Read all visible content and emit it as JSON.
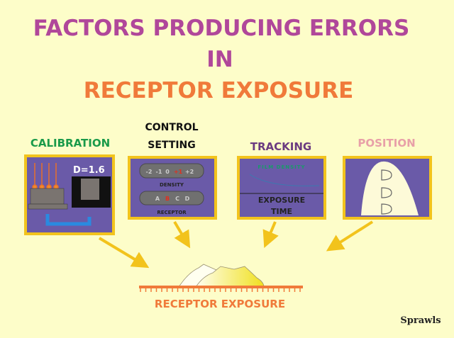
{
  "title": {
    "line1": "FACTORS  PRODUCING ERRORS",
    "line2": "IN",
    "line3": "RECEPTOR  EXPOSURE"
  },
  "factors": {
    "calibration": {
      "label": "CALIBRATION",
      "readout": "D=1.6"
    },
    "control_setting": {
      "label_line1": "CONTROL",
      "label_line2": "SETTING",
      "density_scale": [
        "-2",
        "-1",
        "0",
        "+1",
        "+2"
      ],
      "density_selected": "+1",
      "density_label": "DENSITY",
      "receptor_options": [
        "A",
        "B",
        "C",
        "D"
      ],
      "receptor_selected": "B",
      "receptor_label": "RECEPTOR"
    },
    "tracking": {
      "label": "TRACKING",
      "graph_title": "FILM DENSITY",
      "axis_line1": "EXPOSURE",
      "axis_line2": "TIME"
    },
    "position": {
      "label": "POSITION"
    }
  },
  "result": {
    "label": "RECEPTOR  EXPOSURE"
  },
  "signature": "Sprawls",
  "colors": {
    "background": "#fdfdc9",
    "title": "#b0479a",
    "orange": "#f07a3a",
    "panel": "#6a5aa8",
    "border": "#f2c31c",
    "green": "#1a9a4a"
  }
}
